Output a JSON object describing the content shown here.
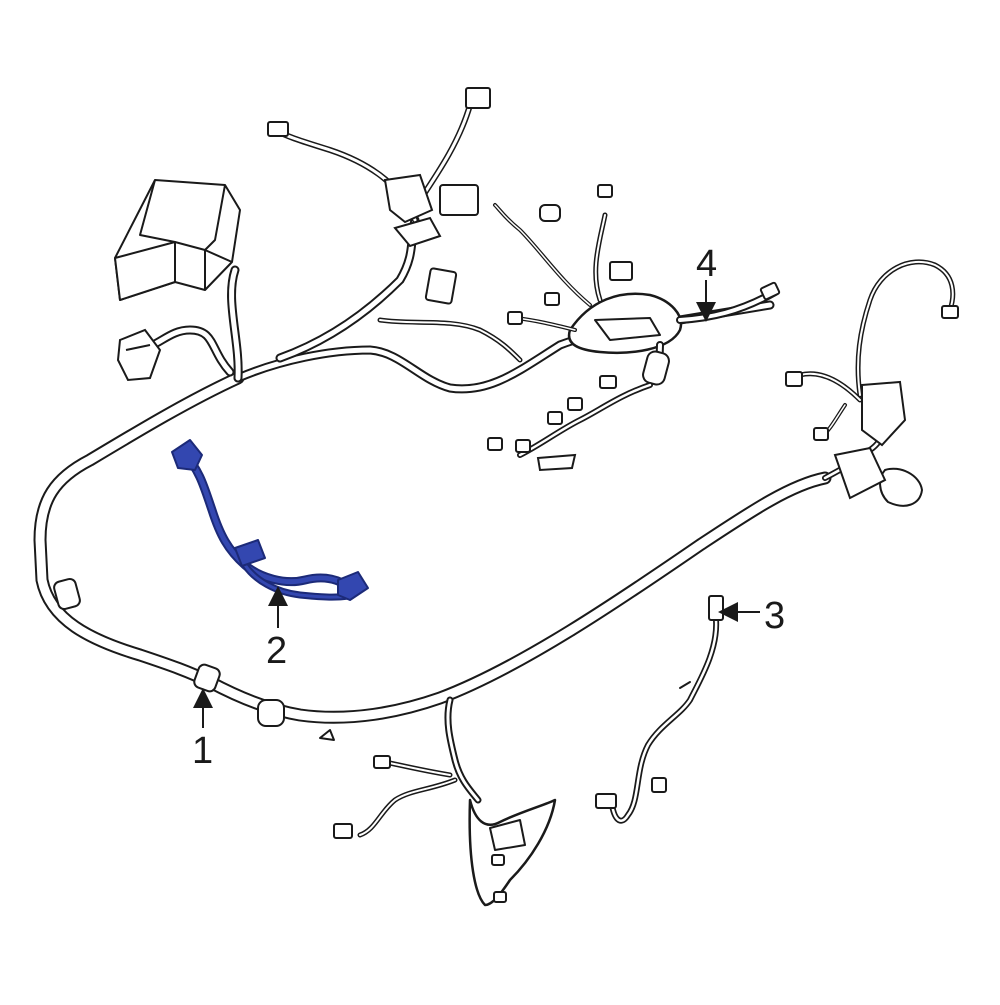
{
  "diagram": {
    "callouts": [
      {
        "number": "1",
        "target": "main-body-harness"
      },
      {
        "number": "2",
        "target": "highlighted-sub-harness"
      },
      {
        "number": "3",
        "target": "small-side-harness"
      },
      {
        "number": "4",
        "target": "engine-harness-branch"
      }
    ],
    "colors": {
      "outline": "#1a1a1a",
      "highlight_fill": "#3347b0",
      "highlight_stroke": "#1c2a78",
      "background": "#ffffff"
    }
  }
}
